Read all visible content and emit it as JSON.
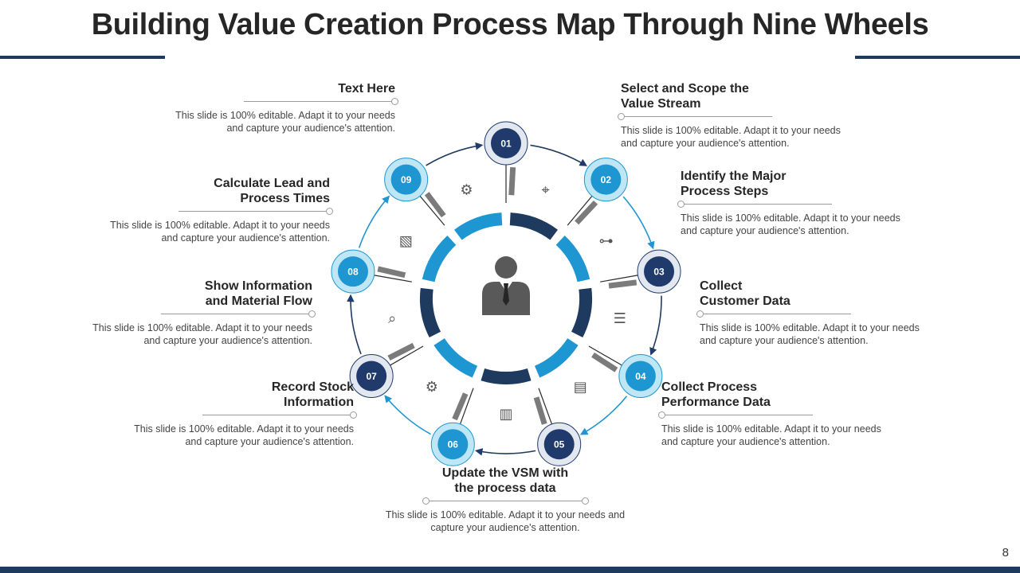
{
  "title": "Building Value Creation Process Map Through Nine Wheels",
  "page_number": "8",
  "colors": {
    "navy": "#1f3a5f",
    "blue": "#1e96d2",
    "light_blue": "#bfe6f5",
    "dark_badge": "#1f3a6b",
    "grey_segment": "#7b7b7b"
  },
  "center_icon": "businessman-icon",
  "steps": [
    {
      "num": "01",
      "title": "Select and Scope the\nValue Stream",
      "desc": "This slide is 100% editable. Adapt it to your needs\nand capture your audience's attention.",
      "icon": "target-icon"
    },
    {
      "num": "02",
      "title": "Identify the Major\nProcess Steps",
      "desc": "This slide is 100% editable. Adapt it to your needs\nand capture your audience's attention.",
      "icon": "flowchart-icon"
    },
    {
      "num": "03",
      "title": "Collect\nCustomer Data",
      "desc": "This slide is 100% editable. Adapt it to your needs\nand capture your audience's attention.",
      "icon": "database-icon"
    },
    {
      "num": "04",
      "title": "Collect Process\nPerformance Data",
      "desc": "This slide is 100% editable. Adapt it to your needs\nand capture your audience's attention.",
      "icon": "documents-icon"
    },
    {
      "num": "05",
      "title": "Update the VSM with\nthe process data",
      "desc": "This slide is 100% editable. Adapt it to your needs and\ncapture your audience's attention.",
      "icon": "report-icon"
    },
    {
      "num": "06",
      "title": "Record Stock\nInformation",
      "desc": "This slide is 100% editable. Adapt it to your needs\nand capture your audience's attention.",
      "icon": "hand-gear-icon"
    },
    {
      "num": "07",
      "title": "Show Information\nand Material Flow",
      "desc": "This slide is 100% editable. Adapt it to your needs\nand capture your audience's attention.",
      "icon": "magnifier-document-icon"
    },
    {
      "num": "08",
      "title": "Calculate Lead and\nProcess Times",
      "desc": "This slide is 100% editable. Adapt it to your needs\nand capture your audience's attention.",
      "icon": "analytics-icon"
    },
    {
      "num": "09",
      "title": "Text Here",
      "desc": "This slide is 100% editable. Adapt it to your needs\nand capture your audience's attention.",
      "icon": "monitor-gear-icon"
    }
  ]
}
